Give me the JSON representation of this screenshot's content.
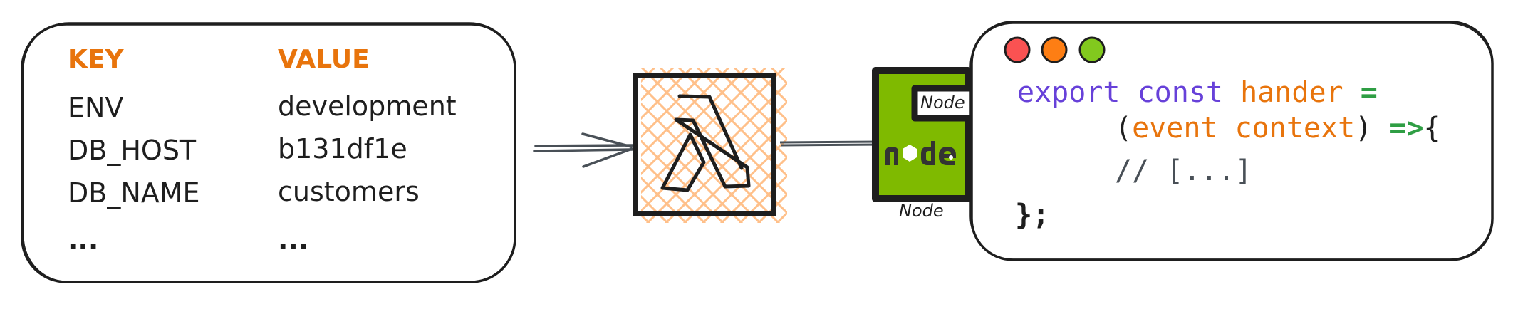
{
  "env_table": {
    "headers": {
      "key": "KEY",
      "value": "VALUE"
    },
    "rows": [
      {
        "key": "ENV",
        "value": "development"
      },
      {
        "key": "DB_HOST",
        "value": "b131df1e"
      },
      {
        "key": "DB_NAME",
        "value": "customers"
      },
      {
        "key": "...",
        "value": "..."
      }
    ]
  },
  "lambda": {
    "icon": "lambda-icon",
    "hatch_color": "#ffc08a"
  },
  "runtime": {
    "badge_label": "Node",
    "caption": "Node",
    "logo_text": "node",
    "fill_color": "#7fba00"
  },
  "code_window": {
    "dots": [
      "#fa5252",
      "#fd7e14",
      "#82c91e"
    ],
    "lines": {
      "l1_kw1": "export",
      "l1_kw2": "const",
      "l1_id": "hander",
      "l1_op": "=",
      "l2_open": "(",
      "l2_args": "event context",
      "l2_close": ")",
      "l2_arrow": "=>",
      "l2_brace": "{",
      "l3_comment": "// [...]",
      "l4_close": "};"
    }
  },
  "colors": {
    "stroke": "#1e1e1e",
    "arrow": "#495057",
    "key_header": "#e8740c",
    "keyword": "#6741d9",
    "identifier": "#e8740c",
    "operator": "#2f9e44"
  }
}
